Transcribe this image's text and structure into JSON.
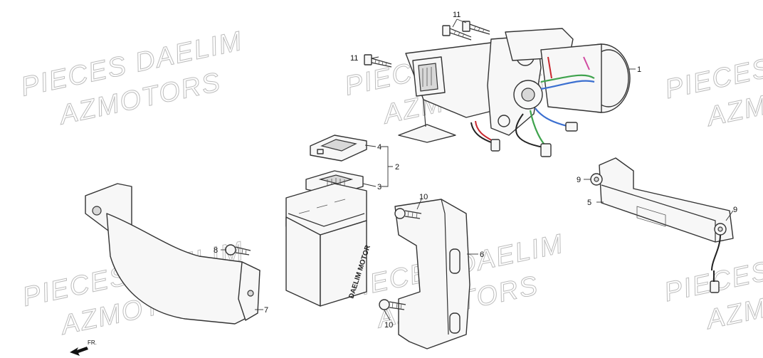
{
  "watermarks": [
    {
      "line1": "PIECES DAELIM",
      "line2": "AZMOTORS"
    },
    {
      "line1": "PIECES DAELIM",
      "line2": "AZMOTORS"
    },
    {
      "line1": "PIECES DAELIM",
      "line2": "AZMOTORS"
    },
    {
      "line1": "PIECES",
      "line2": "AZM"
    },
    {
      "line1": "PIECES",
      "line2": "AZM"
    }
  ],
  "callouts": {
    "c1": "1",
    "c2": "2",
    "c3": "3",
    "c4": "4",
    "c5": "5",
    "c6": "6",
    "c7": "7",
    "c8": "8",
    "c9a": "9",
    "c9b": "9",
    "c10a": "10",
    "c10b": "10",
    "c11a": "11",
    "c11b": "11"
  },
  "ecu_brand": "DAELIM MOTOR",
  "direction": {
    "label": "FR.",
    "icon": "front-arrow-icon"
  },
  "colors": {
    "wire_green": "#3fa34d",
    "wire_blue": "#3b6fd0",
    "wire_red": "#c8282f",
    "wire_pink": "#d14aa0"
  }
}
